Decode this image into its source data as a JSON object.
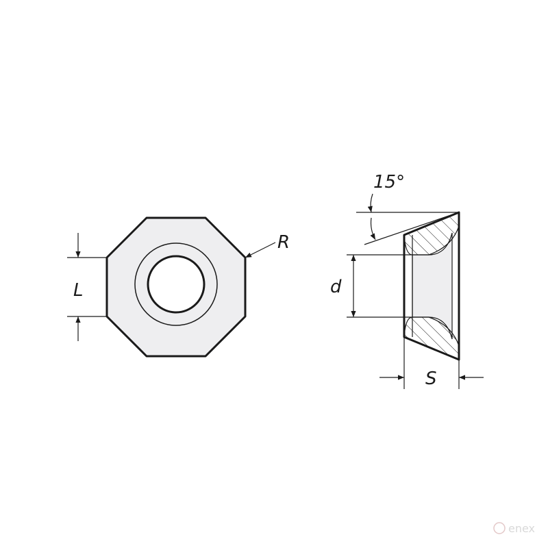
{
  "labels": {
    "angle": "15°",
    "radius": "R",
    "length": "L",
    "diameter": "d",
    "thickness": "S"
  },
  "watermark": "enex",
  "colors": {
    "outline": "#1a1a1a",
    "fill": "#eeeef0",
    "hatch": "#1a1a1a",
    "watermark": "#d9d9d9"
  }
}
